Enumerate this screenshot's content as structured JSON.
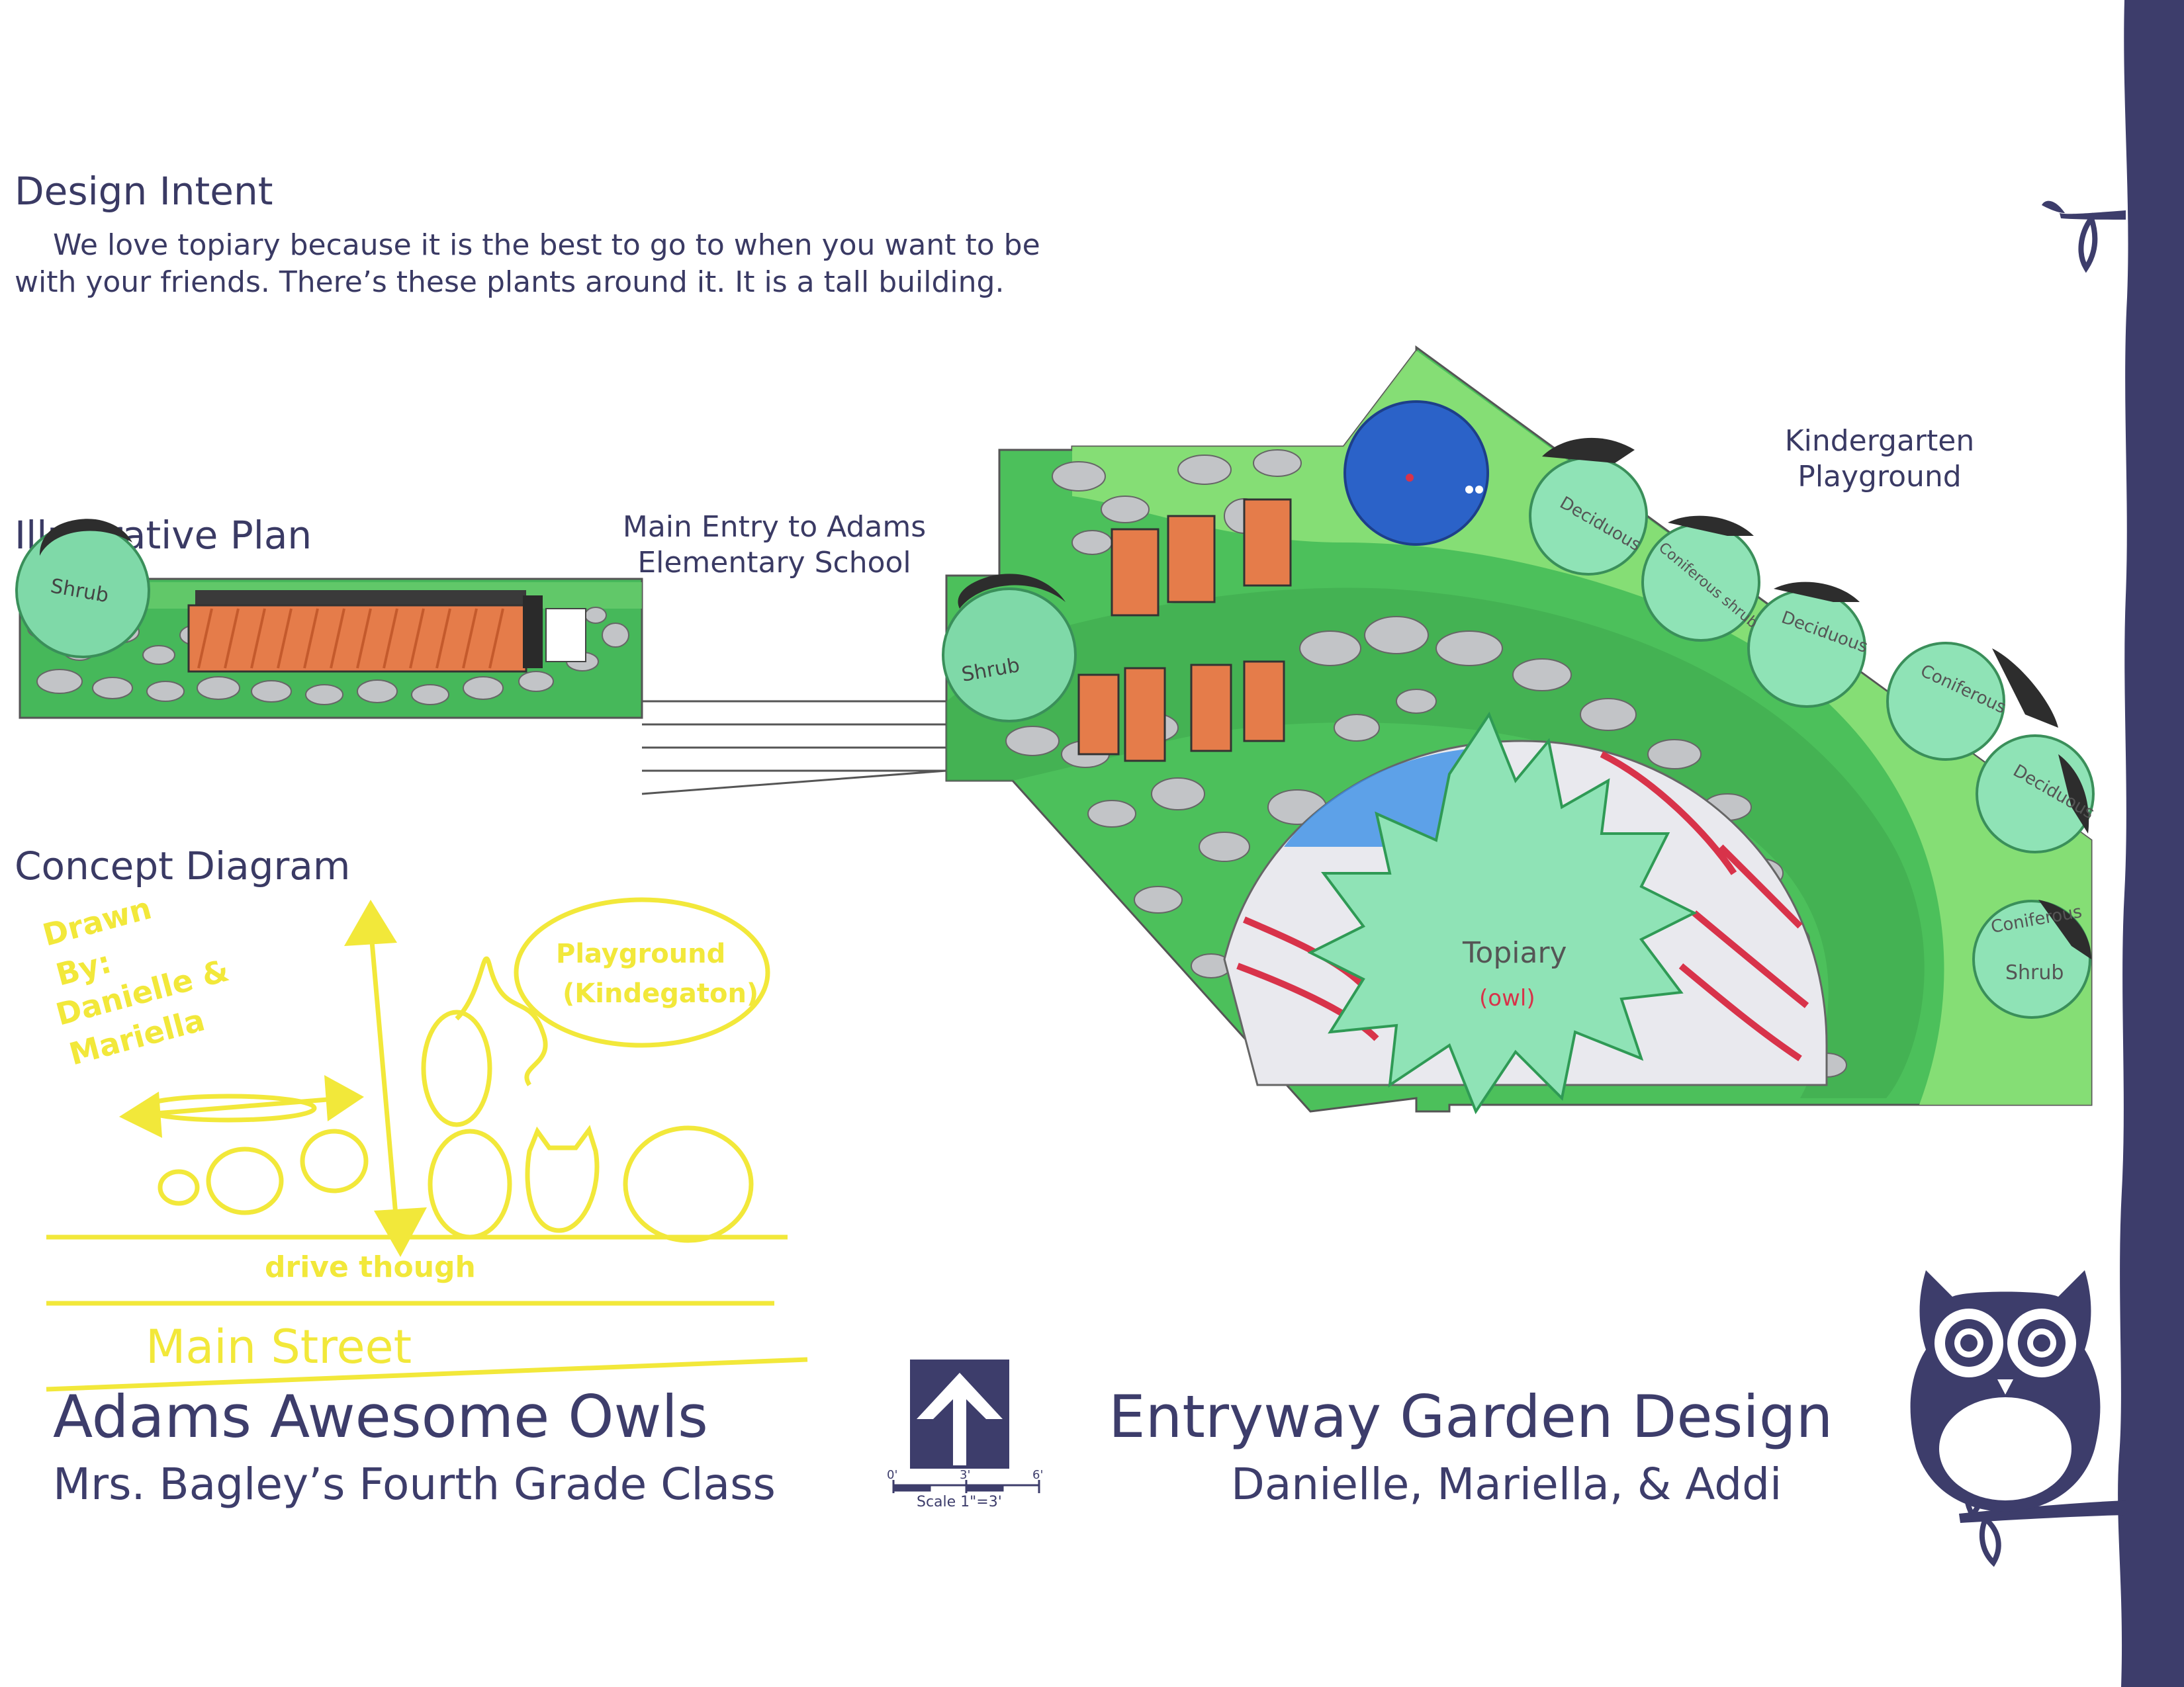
{
  "design_intent": {
    "heading": "Design Intent",
    "line1": "We love topiary because it is the best to go to when you want to be",
    "line2": "with your friends.  There’s these plants around it.  It is a tall building."
  },
  "illustrative_plan": {
    "heading": "Illustrative Plan",
    "main_entry_line1": "Main Entry to Adams",
    "main_entry_line2": "Elementary School",
    "kindergarten_line1": "Kindergarten",
    "kindergarten_line2": "Playground",
    "plant_labels": {
      "shrub_left": "Shrub",
      "shrub_main": "Shrub",
      "topiary": "Topiary",
      "owl": "(owl)",
      "deciduous_1": "Deciduous",
      "coniferous_1": "Coniferous shrub",
      "deciduous_2": "Deciduous",
      "coniferous_2": "Coniferous",
      "deciduous_3": "Deciduous",
      "coniferous_3": "Coniferous",
      "shrub_right": "Shrub"
    }
  },
  "concept_diagram": {
    "heading": "Concept Diagram",
    "drawn_by": [
      "Drawn",
      "By:",
      "Danielle &",
      "Mariella"
    ],
    "playground_line1": "Playground",
    "playground_line2": "(Kindegaton)",
    "drive_through": "drive    though",
    "main_street": "Main   Street"
  },
  "footer": {
    "team_name": "Adams Awesome Owls",
    "class_name": "Mrs. Bagley’s Fourth Grade Class",
    "project_title": "Entryway Garden Design",
    "authors": "Danielle, Mariella, & Addi",
    "scale_ticks": [
      "0'",
      "3'",
      "6'"
    ],
    "scale_label": "Scale 1\"=3'"
  },
  "colors": {
    "navy": "#3d3d6b",
    "grass": "#3fbf4f",
    "light_grass": "#8fe37a",
    "shrub": "#7fd9a8",
    "terracotta": "#e57c4a",
    "pond": "#2b62c8",
    "stone": "#b9bcc0",
    "red_stripe": "#d8334a",
    "concept_yellow": "#f2e83a"
  }
}
